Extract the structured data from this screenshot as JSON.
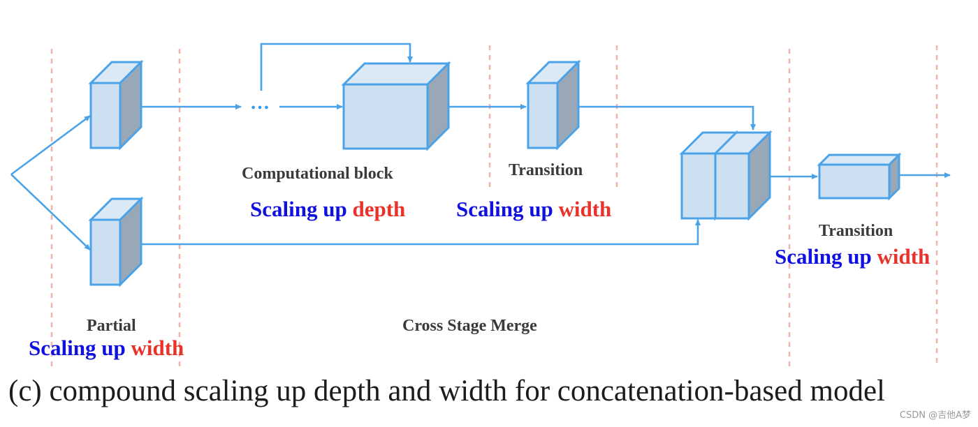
{
  "colors": {
    "box_front": "#cde0f1",
    "box_top": "#dbe9f6",
    "box_side": "#98a8b6",
    "box_edge": "#4aa3e8",
    "arrow": "#4aa3e8",
    "divider": "#f0b4a8",
    "scale_blue": "#1010e0",
    "scale_red": "#e8322a"
  },
  "labels": {
    "computational_block": "Computational block",
    "transition_top": "Transition",
    "transition_right": "Transition",
    "partial": "Partial",
    "cross_stage_merge": "Cross Stage Merge",
    "ellipsis": "…"
  },
  "scaling": {
    "depth": {
      "prefix": "Scaling up",
      "keyword": "depth"
    },
    "width_transition": {
      "prefix": "Scaling up",
      "keyword": "width"
    },
    "width_right": {
      "prefix": "Scaling up",
      "keyword": "width"
    },
    "width_partial": {
      "prefix": "Scaling up",
      "keyword": "width"
    }
  },
  "caption": "(c) compound scaling up depth and width for concatenation-based model",
  "watermark": "CSDN @吉他A梦"
}
